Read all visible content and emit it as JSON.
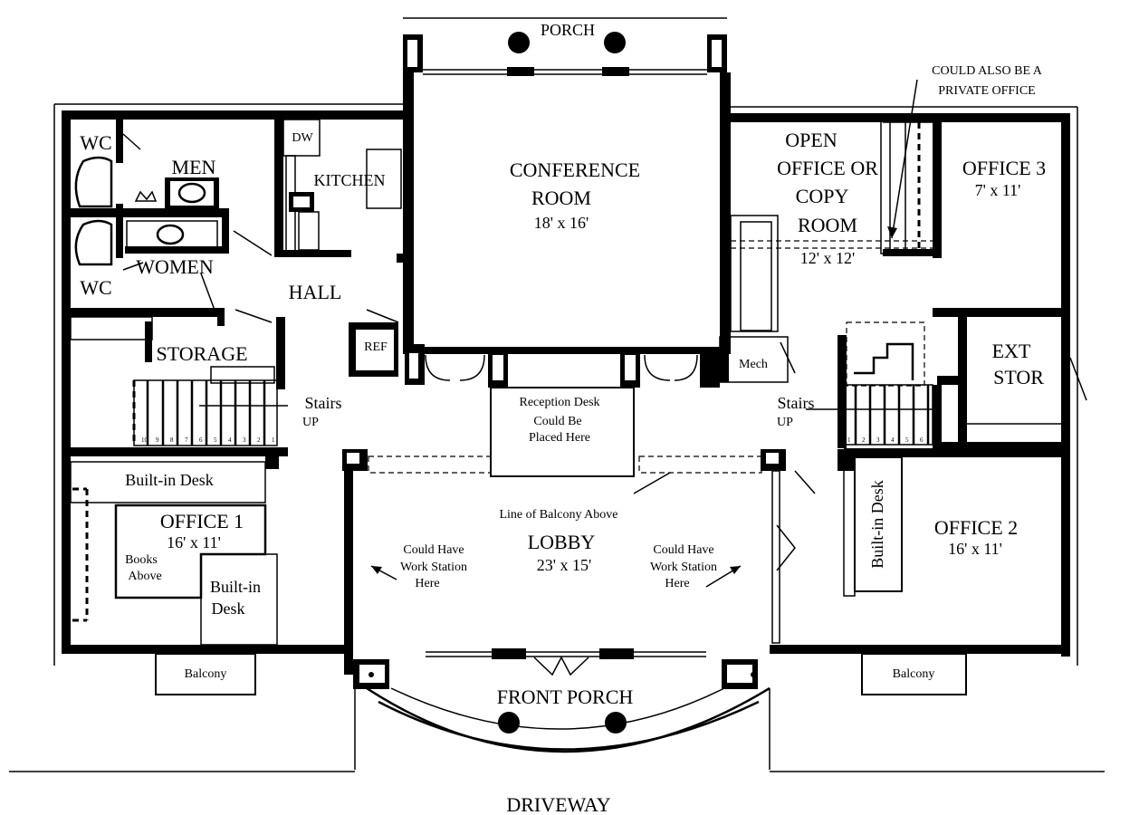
{
  "labels": {
    "porch": "PORCH",
    "conference_room": "CONFERENCE",
    "conference_room_2": "ROOM",
    "conference_size": "18' x 16'",
    "note_private_office": "COULD ALSO BE A",
    "note_private_office_2": "PRIVATE OFFICE",
    "open_office_1": "OPEN",
    "open_office_2": "OFFICE OR",
    "open_office_3": "COPY",
    "open_office_4": "ROOM",
    "open_office_size": "12' x 12'",
    "office3": "OFFICE 3",
    "office3_size": "7' x 11'",
    "wc_top": "WC",
    "wc_bottom": "WC",
    "men": "MEN",
    "women": "WOMEN",
    "dw": "DW",
    "kitchen": "KITCHEN",
    "hall": "HALL",
    "ref": "REF",
    "storage": "STORAGE",
    "mech": "Mech",
    "ext_stor_1": "EXT",
    "ext_stor_2": "STOR",
    "stairs_left": "Stairs",
    "stairs_left_up": "UP",
    "stairs_right": "Stairs",
    "stairs_right_up": "UP",
    "reception_1": "Reception Desk",
    "reception_2": "Could Be",
    "reception_3": "Placed Here",
    "builtin_desk_top": "Built-in Desk",
    "office1": "OFFICE 1",
    "office1_size": "16' x 11'",
    "books_1": "Books",
    "books_2": "Above",
    "builtin_desk_bottom_1": "Built-in",
    "builtin_desk_bottom_2": "Desk",
    "balcony_line": "Line of Balcony Above",
    "lobby": "LOBBY",
    "lobby_size": "23' x 15'",
    "workstation_left_1": "Could Have",
    "workstation_left_2": "Work Station",
    "workstation_left_3": "Here",
    "workstation_right_1": "Could Have",
    "workstation_right_2": "Work Station",
    "workstation_right_3": "Here",
    "builtin_desk_vertical": "Built-in Desk",
    "office2": "OFFICE 2",
    "office2_size": "16' x 11'",
    "balcony_left": "Balcony",
    "balcony_right": "Balcony",
    "front_porch": "FRONT PORCH",
    "driveway": "DRIVEWAY",
    "stair_numbers_right": [
      "1",
      "2",
      "3",
      "4",
      "5",
      "6"
    ],
    "stair_numbers_left": [
      "10",
      "9",
      "8",
      "7",
      "6",
      "5",
      "4",
      "3",
      "2",
      "1"
    ]
  }
}
